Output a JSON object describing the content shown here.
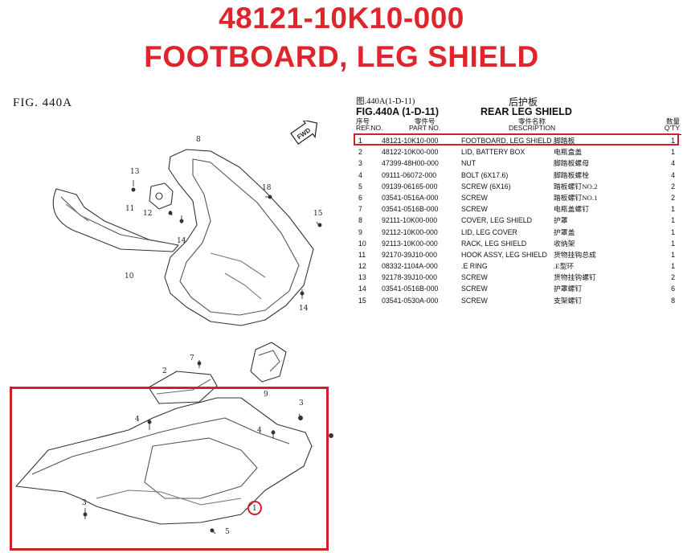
{
  "header": {
    "part_number": "48121-10K10-000",
    "part_name": "FOOTBOARD, LEG SHIELD"
  },
  "figure_label": "FIG. 440A",
  "callouts": [
    "8",
    "13",
    "11",
    "12",
    "14",
    "10",
    "18",
    "15",
    "14",
    "7",
    "2",
    "9",
    "3",
    "4",
    "4",
    "3",
    "1",
    "5"
  ],
  "fwd_label": "FWD",
  "table": {
    "cn_fig": "图.440A(1-D-11)",
    "cn_name": "后护板",
    "en_fig": "FIG.440A (1-D-11)",
    "en_name": "REAR LEG SHIELD",
    "col_headers": {
      "ref_cn": "序号",
      "ref_en": "REF.NO.",
      "pn_cn": "零件号",
      "pn_en": "PART NO.",
      "desc_cn": "零件名称",
      "desc_en": "DESCRIPTION",
      "qty_cn": "数量",
      "qty_en": "Q'TY"
    },
    "rows": [
      {
        "ref": "1",
        "pn": "48121-10K10-000",
        "desc": "FOOTBOARD, LEG SHIELD",
        "cn": "脚踏板",
        "qty": "1"
      },
      {
        "ref": "2",
        "pn": "48122-10K00-000",
        "desc": "LID, BATTERY BOX",
        "cn": "电瓶盒盖",
        "qty": "1"
      },
      {
        "ref": "3",
        "pn": "47399-48H00-000",
        "desc": "NUT",
        "cn": "脚踏板螺母",
        "qty": "4"
      },
      {
        "ref": "4",
        "pn": "09111-06072-000",
        "desc": "BOLT (6X17.6)",
        "cn": "脚踏板螺栓",
        "qty": "4"
      },
      {
        "ref": "5",
        "pn": "09139-06165-000",
        "desc": "SCREW (6X16)",
        "cn": "踏板螺钉NO.2",
        "qty": "2"
      },
      {
        "ref": "6",
        "pn": "03541-0516A-000",
        "desc": "SCREW",
        "cn": "踏板螺钉NO.1",
        "qty": "2"
      },
      {
        "ref": "7",
        "pn": "03541-0516B-000",
        "desc": "SCREW",
        "cn": "电瓶盖螺钉",
        "qty": "1"
      },
      {
        "ref": "8",
        "pn": "92111-10K00-000",
        "desc": "COVER, LEG SHIELD",
        "cn": "护罩",
        "qty": "1"
      },
      {
        "ref": "9",
        "pn": "92112-10K00-000",
        "desc": "LID, LEG COVER",
        "cn": "护罩盖",
        "qty": "1"
      },
      {
        "ref": "10",
        "pn": "92113-10K00-000",
        "desc": "RACK, LEG SHIELD",
        "cn": "收纳架",
        "qty": "1"
      },
      {
        "ref": "11",
        "pn": "92170-39J10-000",
        "desc": "HOOK ASSY, LEG SHIELD",
        "cn": "货物挂钩总成",
        "qty": "1"
      },
      {
        "ref": "12",
        "pn": "08332-1104A-000",
        "desc": ".E RING",
        "cn": ".E型环",
        "qty": "1"
      },
      {
        "ref": "13",
        "pn": "92178-39J10-000",
        "desc": "SCREW",
        "cn": "货物挂钩螺钉",
        "qty": "2"
      },
      {
        "ref": "14",
        "pn": "03541-0516B-000",
        "desc": "SCREW",
        "cn": "护罩螺钉",
        "qty": "6"
      },
      {
        "ref": "15",
        "pn": "03541-0530A-000",
        "desc": "SCREW",
        "cn": "支架螺钉",
        "qty": "8"
      }
    ]
  }
}
